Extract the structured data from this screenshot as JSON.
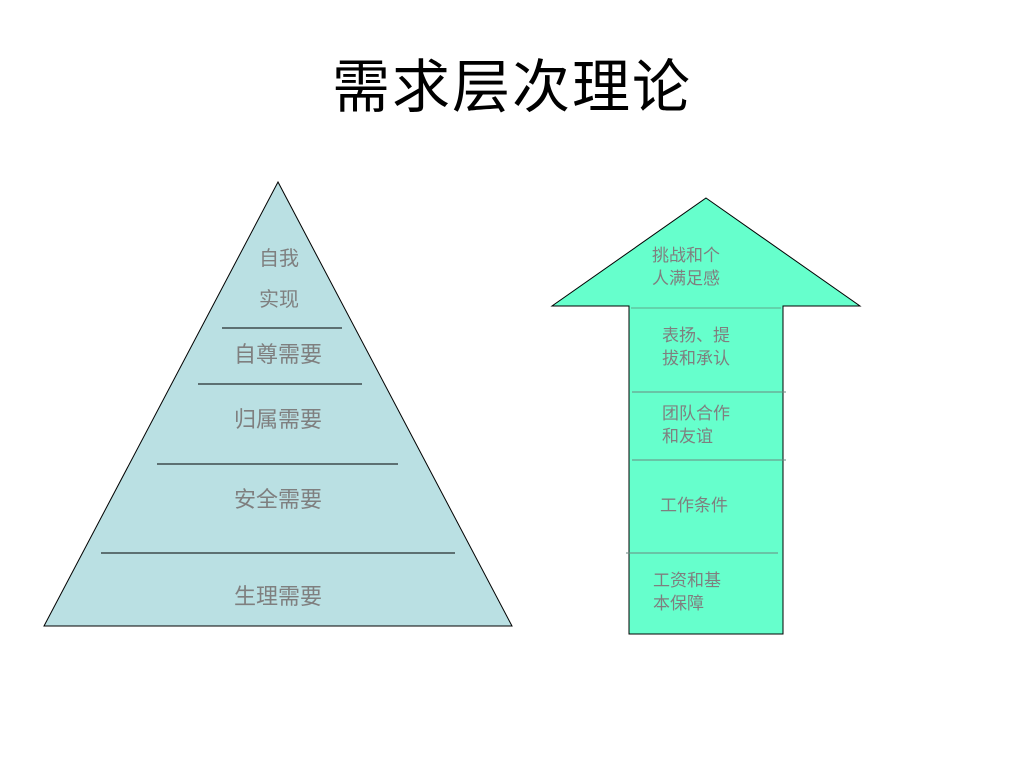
{
  "title": "需求层次理论",
  "pyramid": {
    "fill_color": "#bae0e3",
    "levels": [
      {
        "line1": "自我",
        "line2": "实现"
      },
      {
        "label": "自尊需要"
      },
      {
        "label": "归属需要"
      },
      {
        "label": "安全需要"
      },
      {
        "label": "生理需要"
      }
    ]
  },
  "arrow": {
    "fill_color": "#66ffcc",
    "levels": [
      {
        "label": "挑战和个人满足感"
      },
      {
        "label": "表扬、提拔和承认"
      },
      {
        "label": "团队合作和友谊"
      },
      {
        "label": "工作条件"
      },
      {
        "label": "工资和基本保障"
      }
    ]
  }
}
